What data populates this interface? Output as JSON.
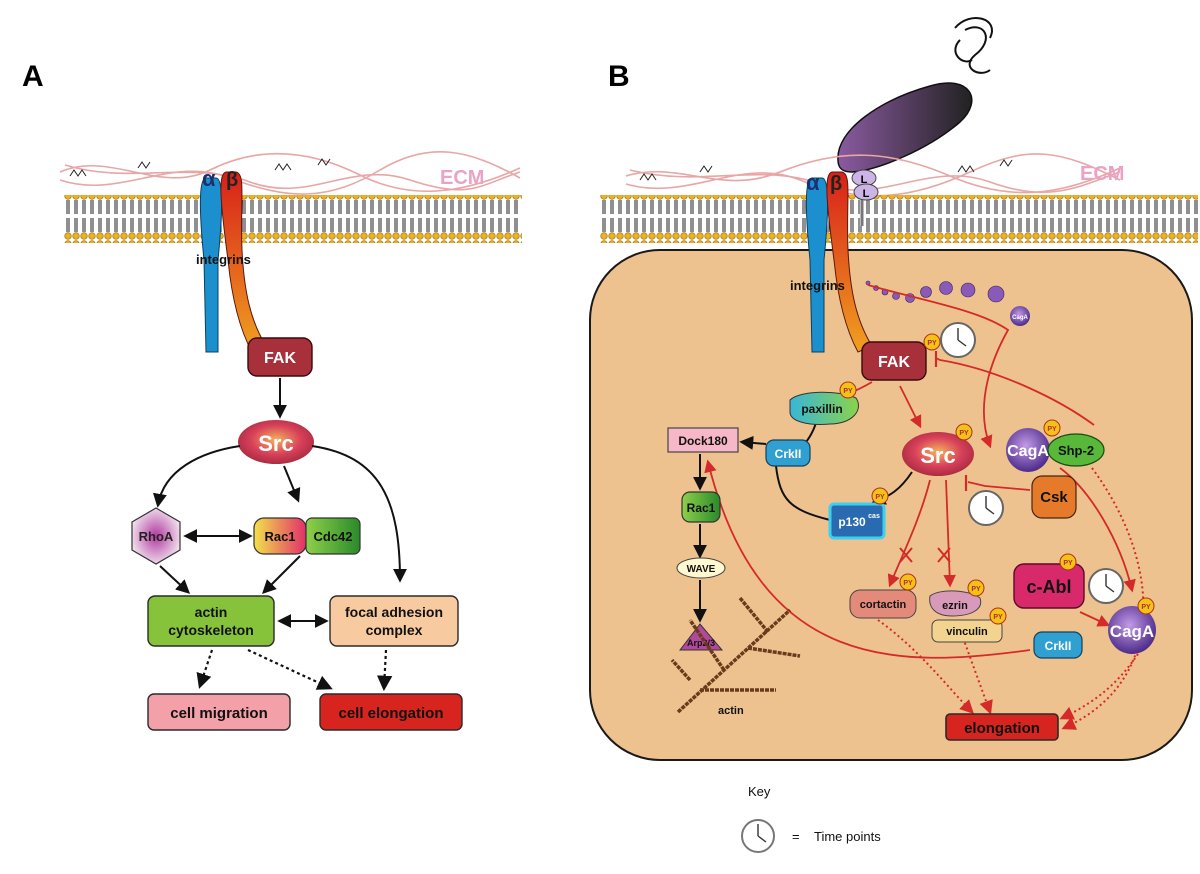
{
  "panel_a": {
    "letter": "A",
    "ecm": "ECM",
    "alpha": "α",
    "beta": "β",
    "integrins": "integrins",
    "fak": "FAK",
    "src": "Src",
    "rhoa": "RhoA",
    "rac1": "Rac1",
    "cdc42": "Cdc42",
    "actin_line1": "actin",
    "actin_line2": "cytoskeleton",
    "focal_line1": "focal adhesion",
    "focal_line2": "complex",
    "cell_migration": "cell migration",
    "cell_elongation": "cell elongation"
  },
  "panel_b": {
    "letter": "B",
    "ecm": "ECM",
    "alpha": "α",
    "beta": "β",
    "l1": "L",
    "l2": "L",
    "integrins": "integrins",
    "cagA_small": "CagA",
    "fak": "FAK",
    "paxillin": "paxillin",
    "dock180": "Dock180",
    "crkII": "CrkII",
    "crkII_2": "CrkII",
    "src": "Src",
    "cagA": "CagA",
    "shp2": "Shp-2",
    "csk": "Csk",
    "p130": "p130",
    "p130_sup": "cas",
    "rac1": "Rac1",
    "wave": "WAVE",
    "arp": "Arp2/3",
    "actin": "actin",
    "cortactin": "cortactin",
    "ezrin": "ezrin",
    "vinculin": "vinculin",
    "cabl": "c-Abl",
    "cagA2": "CagA",
    "elongation": "elongation",
    "py": "PY"
  },
  "key": {
    "title": "Key",
    "equals": "=",
    "time_points": "Time points"
  },
  "colors": {
    "cell": "#eec28f",
    "cell_border": "#1a1a1a",
    "fak": "#a8303a",
    "src": "#c0304a",
    "red_arrow": "#d42a2a",
    "alpha_int": "#1c8fcf",
    "beta_int": "#e24a1a",
    "ecm": "#e8a6a6",
    "py": "#f4c214"
  }
}
